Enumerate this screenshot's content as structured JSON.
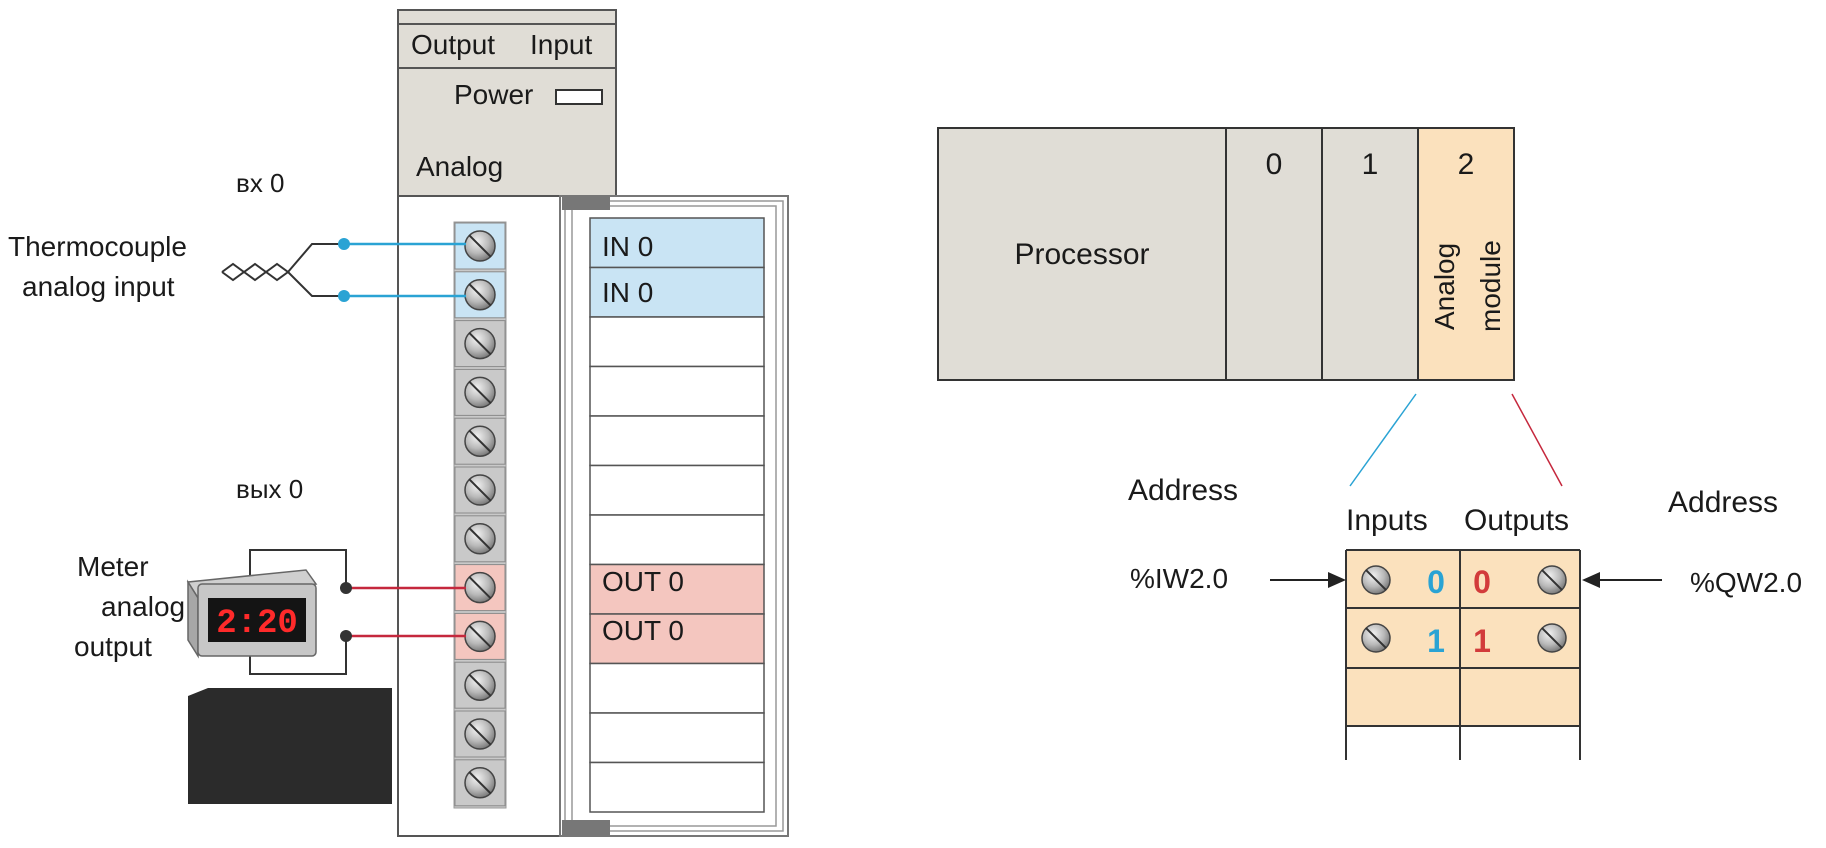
{
  "module": {
    "header_left": "Output",
    "header_right": "Input",
    "power_label": "Power",
    "name": "Analog"
  },
  "wiring": {
    "input_channel": "вх 0",
    "input_device_line1": "Thermocouple",
    "input_device_line2": "analog input",
    "output_channel": "вых 0",
    "output_device_line1": "Meter",
    "output_device_line2": "analog",
    "output_device_line3": "output",
    "meter_display": "2:20"
  },
  "terminal_labels": {
    "in_first": "IN 0",
    "in_second": "IN 0",
    "out_first": "OUT 0",
    "out_second": "OUT 0"
  },
  "rack": {
    "processor": "Processor",
    "slot_0": "0",
    "slot_1": "1",
    "slot_2": "2",
    "analog_module_line1": "Analog",
    "analog_module_line2": "module"
  },
  "addressing": {
    "address_left": "Address",
    "address_right": "Address",
    "inputs_header": "Inputs",
    "outputs_header": "Outputs",
    "input_address": "%IW2.0",
    "output_address": "%QW2.0",
    "input_ch0": "0",
    "input_ch1": "1",
    "output_ch0": "0",
    "output_ch1": "1"
  },
  "colors": {
    "module_gray": "#e0ddd6",
    "input_blue": "#c9e4f4",
    "output_pink": "#f4c6bf",
    "peach": "#fbe1bd",
    "wire_blue": "#2aa3d4",
    "wire_red": "#c5283d",
    "input_number": "#2aa3d4",
    "output_number": "#d23b3b"
  }
}
